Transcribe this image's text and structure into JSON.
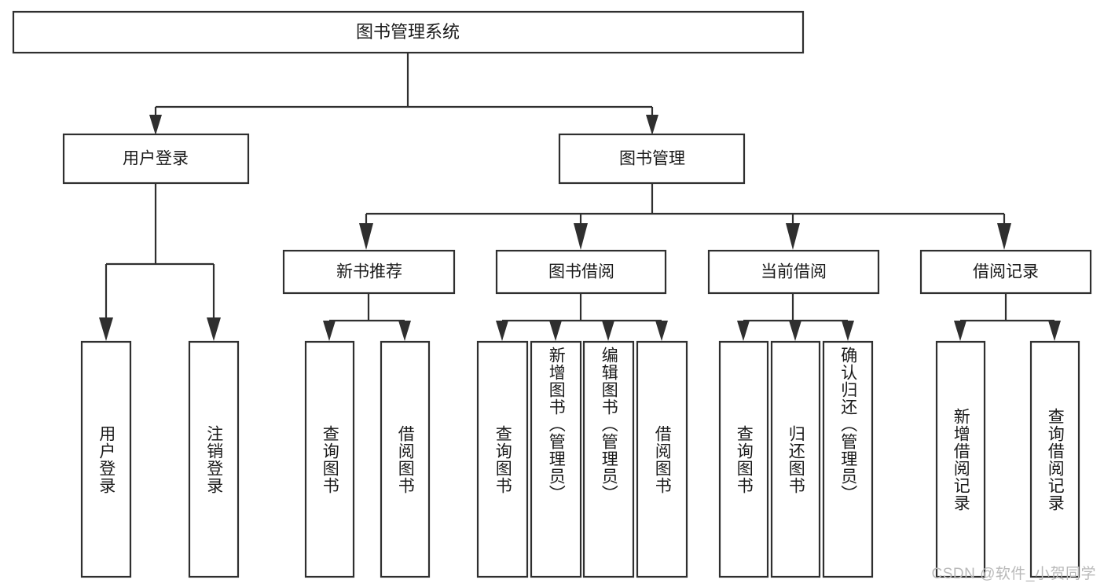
{
  "diagram": {
    "title": "图书管理系统",
    "type": "hierarchy-tree",
    "orientation": "top-down",
    "levels": 4,
    "colors": {
      "box_stroke": "#2f2f2f",
      "box_fill": "#ffffff",
      "text": "#1a1a1a",
      "background": "#ffffff",
      "watermark": "#b9b9b9"
    }
  },
  "root": {
    "label": "图书管理系统"
  },
  "level2": [
    {
      "id": "user-login",
      "label": "用户登录"
    },
    {
      "id": "book-management",
      "label": "图书管理"
    }
  ],
  "level3": [
    {
      "id": "new-book-recommend",
      "label": "新书推荐",
      "parent": "book-management"
    },
    {
      "id": "book-borrow",
      "label": "图书借阅",
      "parent": "book-management"
    },
    {
      "id": "current-borrow",
      "label": "当前借阅",
      "parent": "book-management"
    },
    {
      "id": "borrow-record",
      "label": "借阅记录",
      "parent": "book-management"
    }
  ],
  "leaves": [
    {
      "id": "leaf-user-login",
      "label": "用户登录",
      "parent": "user-login"
    },
    {
      "id": "leaf-logout-login",
      "label": "注销登录",
      "parent": "user-login"
    },
    {
      "id": "leaf-query-book-1",
      "label": "查询图书",
      "parent": "new-book-recommend"
    },
    {
      "id": "leaf-borrow-book-1",
      "label": "借阅图书",
      "parent": "new-book-recommend"
    },
    {
      "id": "leaf-query-book-2",
      "label": "查询图书",
      "parent": "book-borrow"
    },
    {
      "id": "leaf-add-book",
      "label": "新增图书（管理员）",
      "parent": "book-borrow"
    },
    {
      "id": "leaf-edit-book",
      "label": "编辑图书（管理员）",
      "parent": "book-borrow"
    },
    {
      "id": "leaf-borrow-book-2",
      "label": "借阅图书",
      "parent": "book-borrow"
    },
    {
      "id": "leaf-query-book-3",
      "label": "查询图书",
      "parent": "current-borrow"
    },
    {
      "id": "leaf-return-book",
      "label": "归还图书",
      "parent": "current-borrow"
    },
    {
      "id": "leaf-confirm-return",
      "label": "确认归还（管理员）",
      "parent": "current-borrow"
    },
    {
      "id": "leaf-add-record",
      "label": "新增借阅记录",
      "parent": "borrow-record"
    },
    {
      "id": "leaf-query-record",
      "label": "查询借阅记录",
      "parent": "borrow-record"
    }
  ],
  "watermark": {
    "text": "CSDN @软件_小贺同学"
  }
}
